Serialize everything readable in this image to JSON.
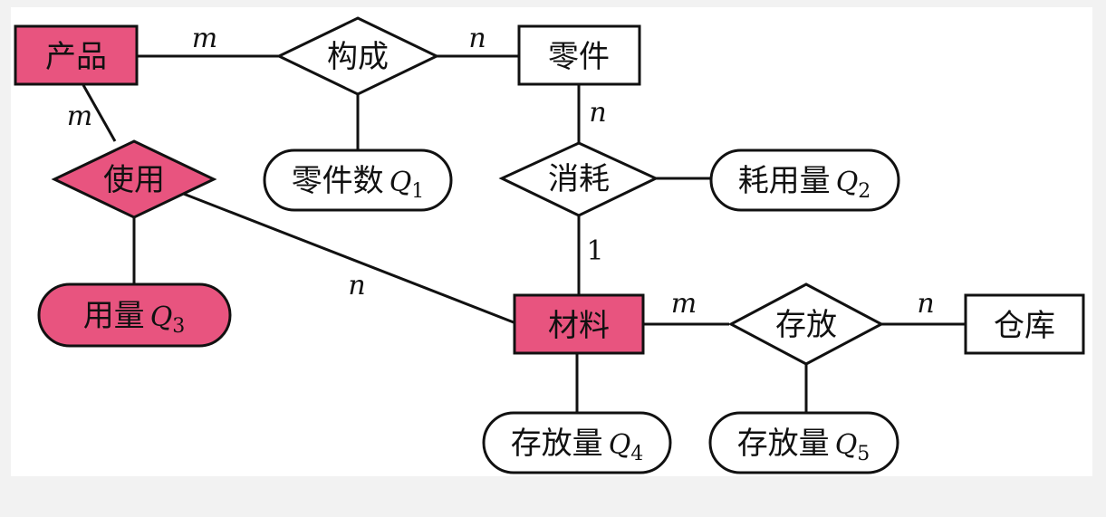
{
  "colors": {
    "highlight": "#e8547f",
    "plain": "#ffffff",
    "stroke": "#111111"
  },
  "entities": {
    "product": "产品",
    "part": "零件",
    "material": "材料",
    "warehouse": "仓库"
  },
  "relationships": {
    "compose": "构成",
    "consume": "消耗",
    "use": "使用",
    "store": "存放"
  },
  "attributes": {
    "part_count": {
      "label": "零件数",
      "var": "Q",
      "sub": "1"
    },
    "consumption": {
      "label": "耗用量",
      "var": "Q",
      "sub": "2"
    },
    "usage": {
      "label": "用量",
      "var": "Q",
      "sub": "3"
    },
    "stock_mat": {
      "label": "存放量",
      "var": "Q",
      "sub": "4"
    },
    "stock_wh": {
      "label": "存放量",
      "var": "Q",
      "sub": "5"
    }
  },
  "cardinalities": {
    "product_compose": "m",
    "compose_part": "n",
    "part_consume": "n",
    "consume_material": "1",
    "product_use": "m",
    "use_material": "n",
    "material_store": "m",
    "store_warehouse": "n"
  }
}
